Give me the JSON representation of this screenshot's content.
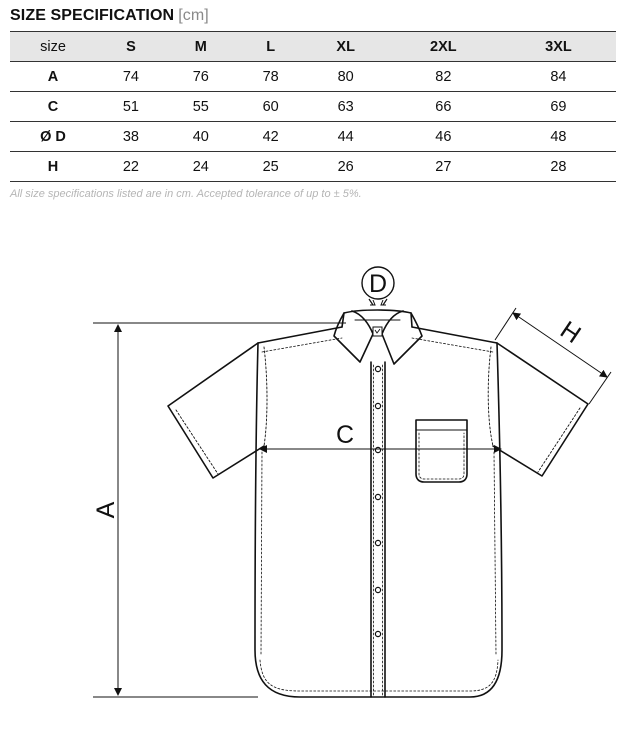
{
  "heading": {
    "title": "SIZE SPECIFICATION",
    "unit": "[cm]"
  },
  "table": {
    "columns": [
      "size",
      "S",
      "M",
      "L",
      "XL",
      "2XL",
      "3XL"
    ],
    "rows": [
      {
        "label": "A",
        "values": [
          "74",
          "76",
          "78",
          "80",
          "82",
          "84"
        ]
      },
      {
        "label": "C",
        "values": [
          "51",
          "55",
          "60",
          "63",
          "66",
          "69"
        ]
      },
      {
        "label": "Ø D",
        "values": [
          "38",
          "40",
          "42",
          "44",
          "46",
          "48"
        ]
      },
      {
        "label": "H",
        "values": [
          "22",
          "24",
          "25",
          "26",
          "27",
          "28"
        ]
      }
    ]
  },
  "note": "All size specifications listed are in cm. Accepted tolerance of up to ± 5%.",
  "diagram": {
    "labels": {
      "A": "A",
      "C": "C",
      "D": "D",
      "H": "H"
    }
  }
}
